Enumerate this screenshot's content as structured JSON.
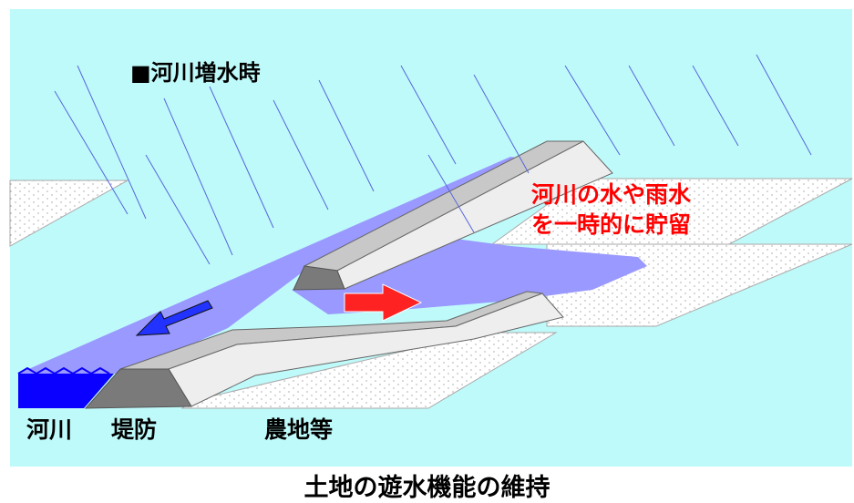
{
  "heading": "■河川増水時",
  "note": {
    "line1": "河川の水や雨水",
    "line2": "を一時的に貯留"
  },
  "labels": {
    "river": "河川",
    "levee": "堤防",
    "farmland": "農地等"
  },
  "caption": "土地の遊水機能の維持",
  "colors": {
    "sky": "#bffafa",
    "water": "#9999ff",
    "river": "#0a00ff",
    "levee_top": "#c8c8c8",
    "levee_side": "#eeeeee",
    "levee_end": "#7a7a7a",
    "arrow_flow": "#2233ff",
    "arrow_storage": "#ff2222",
    "rain": "#5566dd"
  }
}
